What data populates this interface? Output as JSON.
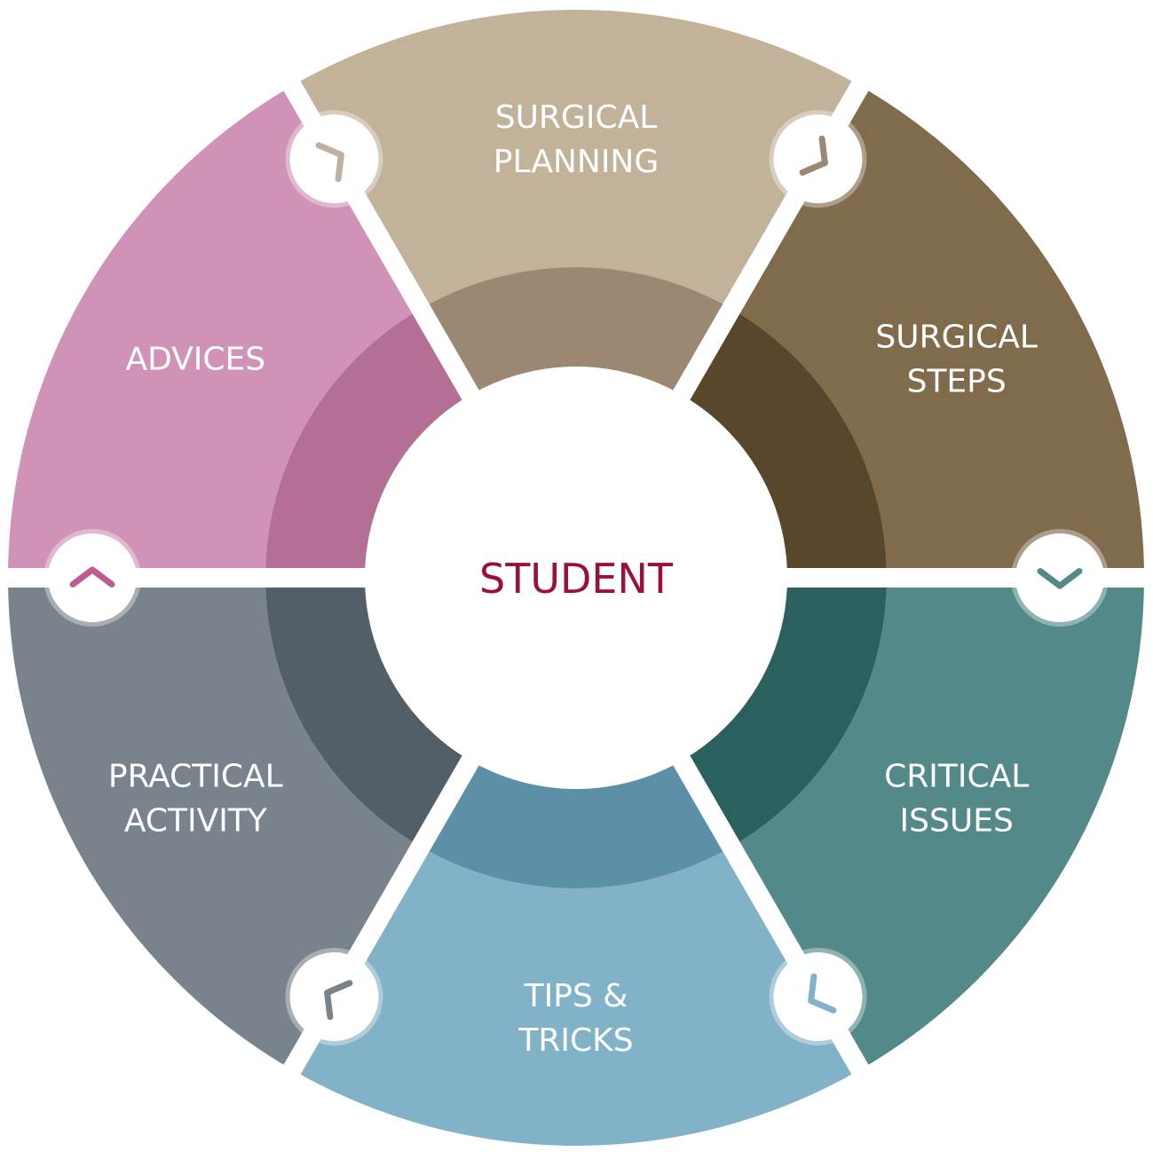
{
  "center": {
    "label": "STUDENT",
    "color": "#9a1038"
  },
  "segments": [
    {
      "id": "surgical-planning",
      "lines": [
        "SURGICAL",
        "PLANNING"
      ],
      "outer_color": "#c2b29a",
      "inner_color": "#9a8873"
    },
    {
      "id": "surgical-steps",
      "lines": [
        "SURGICAL",
        "STEPS"
      ],
      "outer_color": "#806b4c",
      "inner_color": "#59472b"
    },
    {
      "id": "critical-issues",
      "lines": [
        "CRITICAL",
        "ISSUES"
      ],
      "outer_color": "#54898a",
      "inner_color": "#2a605d"
    },
    {
      "id": "tips-tricks",
      "lines": [
        "TIPS &",
        "TRICKS"
      ],
      "outer_color": "#82b2c8",
      "inner_color": "#5b90a6"
    },
    {
      "id": "practical-activity",
      "lines": [
        "PRACTICAL",
        "ACTIVITY"
      ],
      "outer_color": "#79838c",
      "inner_color": "#525f68"
    },
    {
      "id": "advices",
      "lines": [
        "ADVICES"
      ],
      "outer_color": "#d092b6",
      "inner_color": "#b46f97"
    }
  ],
  "connectors": [
    {
      "id": "planning-to-steps",
      "icon": "chevron-icon",
      "color": "#bfb0a0"
    },
    {
      "id": "steps-to-issues",
      "icon": "chevron-down-icon",
      "color": "#9a8873"
    },
    {
      "id": "issues-to-tips",
      "icon": "chevron-icon",
      "color": "#54898a"
    },
    {
      "id": "tips-to-activity",
      "icon": "chevron-icon",
      "color": "#82b2c8"
    },
    {
      "id": "activity-to-advices",
      "icon": "chevron-up-icon",
      "color": "#79838c"
    },
    {
      "id": "advices-to-planning",
      "icon": "chevron-icon",
      "color": "#c05a92"
    }
  ]
}
